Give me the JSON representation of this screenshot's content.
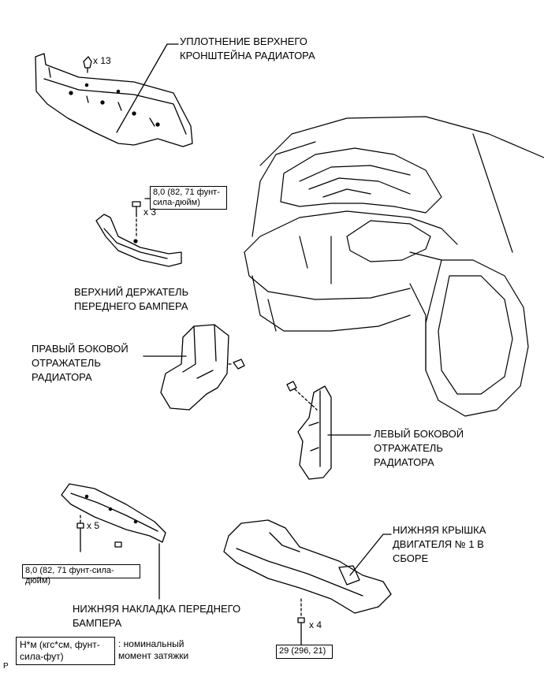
{
  "labels": {
    "radiator_seal": "УПЛОТНЕНИЕ ВЕРХНЕГО\nКРОНШТЕЙНА РАДИАТОРА",
    "bumper_holder": "ВЕРХНИЙ ДЕРЖАТЕЛЬ\nПЕРЕДНЕГО БАМПЕРА",
    "right_deflector": "ПРАВЫЙ БОКОВОЙ\nОТРАЖАТЕЛЬ\nРАДИАТОРА",
    "left_deflector": "ЛЕВЫЙ БОКОВОЙ\nОТРАЖАТЕЛЬ\nРАДИАТОРА",
    "engine_cover": "НИЖНЯЯ КРЫШКА\nДВИГАТЕЛЯ № 1 В\nСБОРЕ",
    "bumper_lower": "НИЖНЯЯ НАКЛАДКА ПЕРЕДНЕГО\nБАМПЕРА"
  },
  "counts": {
    "seal_clips": "x 13",
    "holder_bolts": "x 3",
    "lower_bolts": "x 5",
    "cover_bolts": "x 4"
  },
  "torques": {
    "holder": "8,0 (82, 71 фунт-\nсила-дюйм)",
    "lower": "8,0 (82, 71 фунт-сила-дюйм)",
    "cover": "29 (296, 21)"
  },
  "legend": {
    "box": "Н*м (кгс*см, фунт-\nсила-фут)",
    "text": ": номинальный\nмомент затяжки"
  },
  "corner_mark": "P"
}
